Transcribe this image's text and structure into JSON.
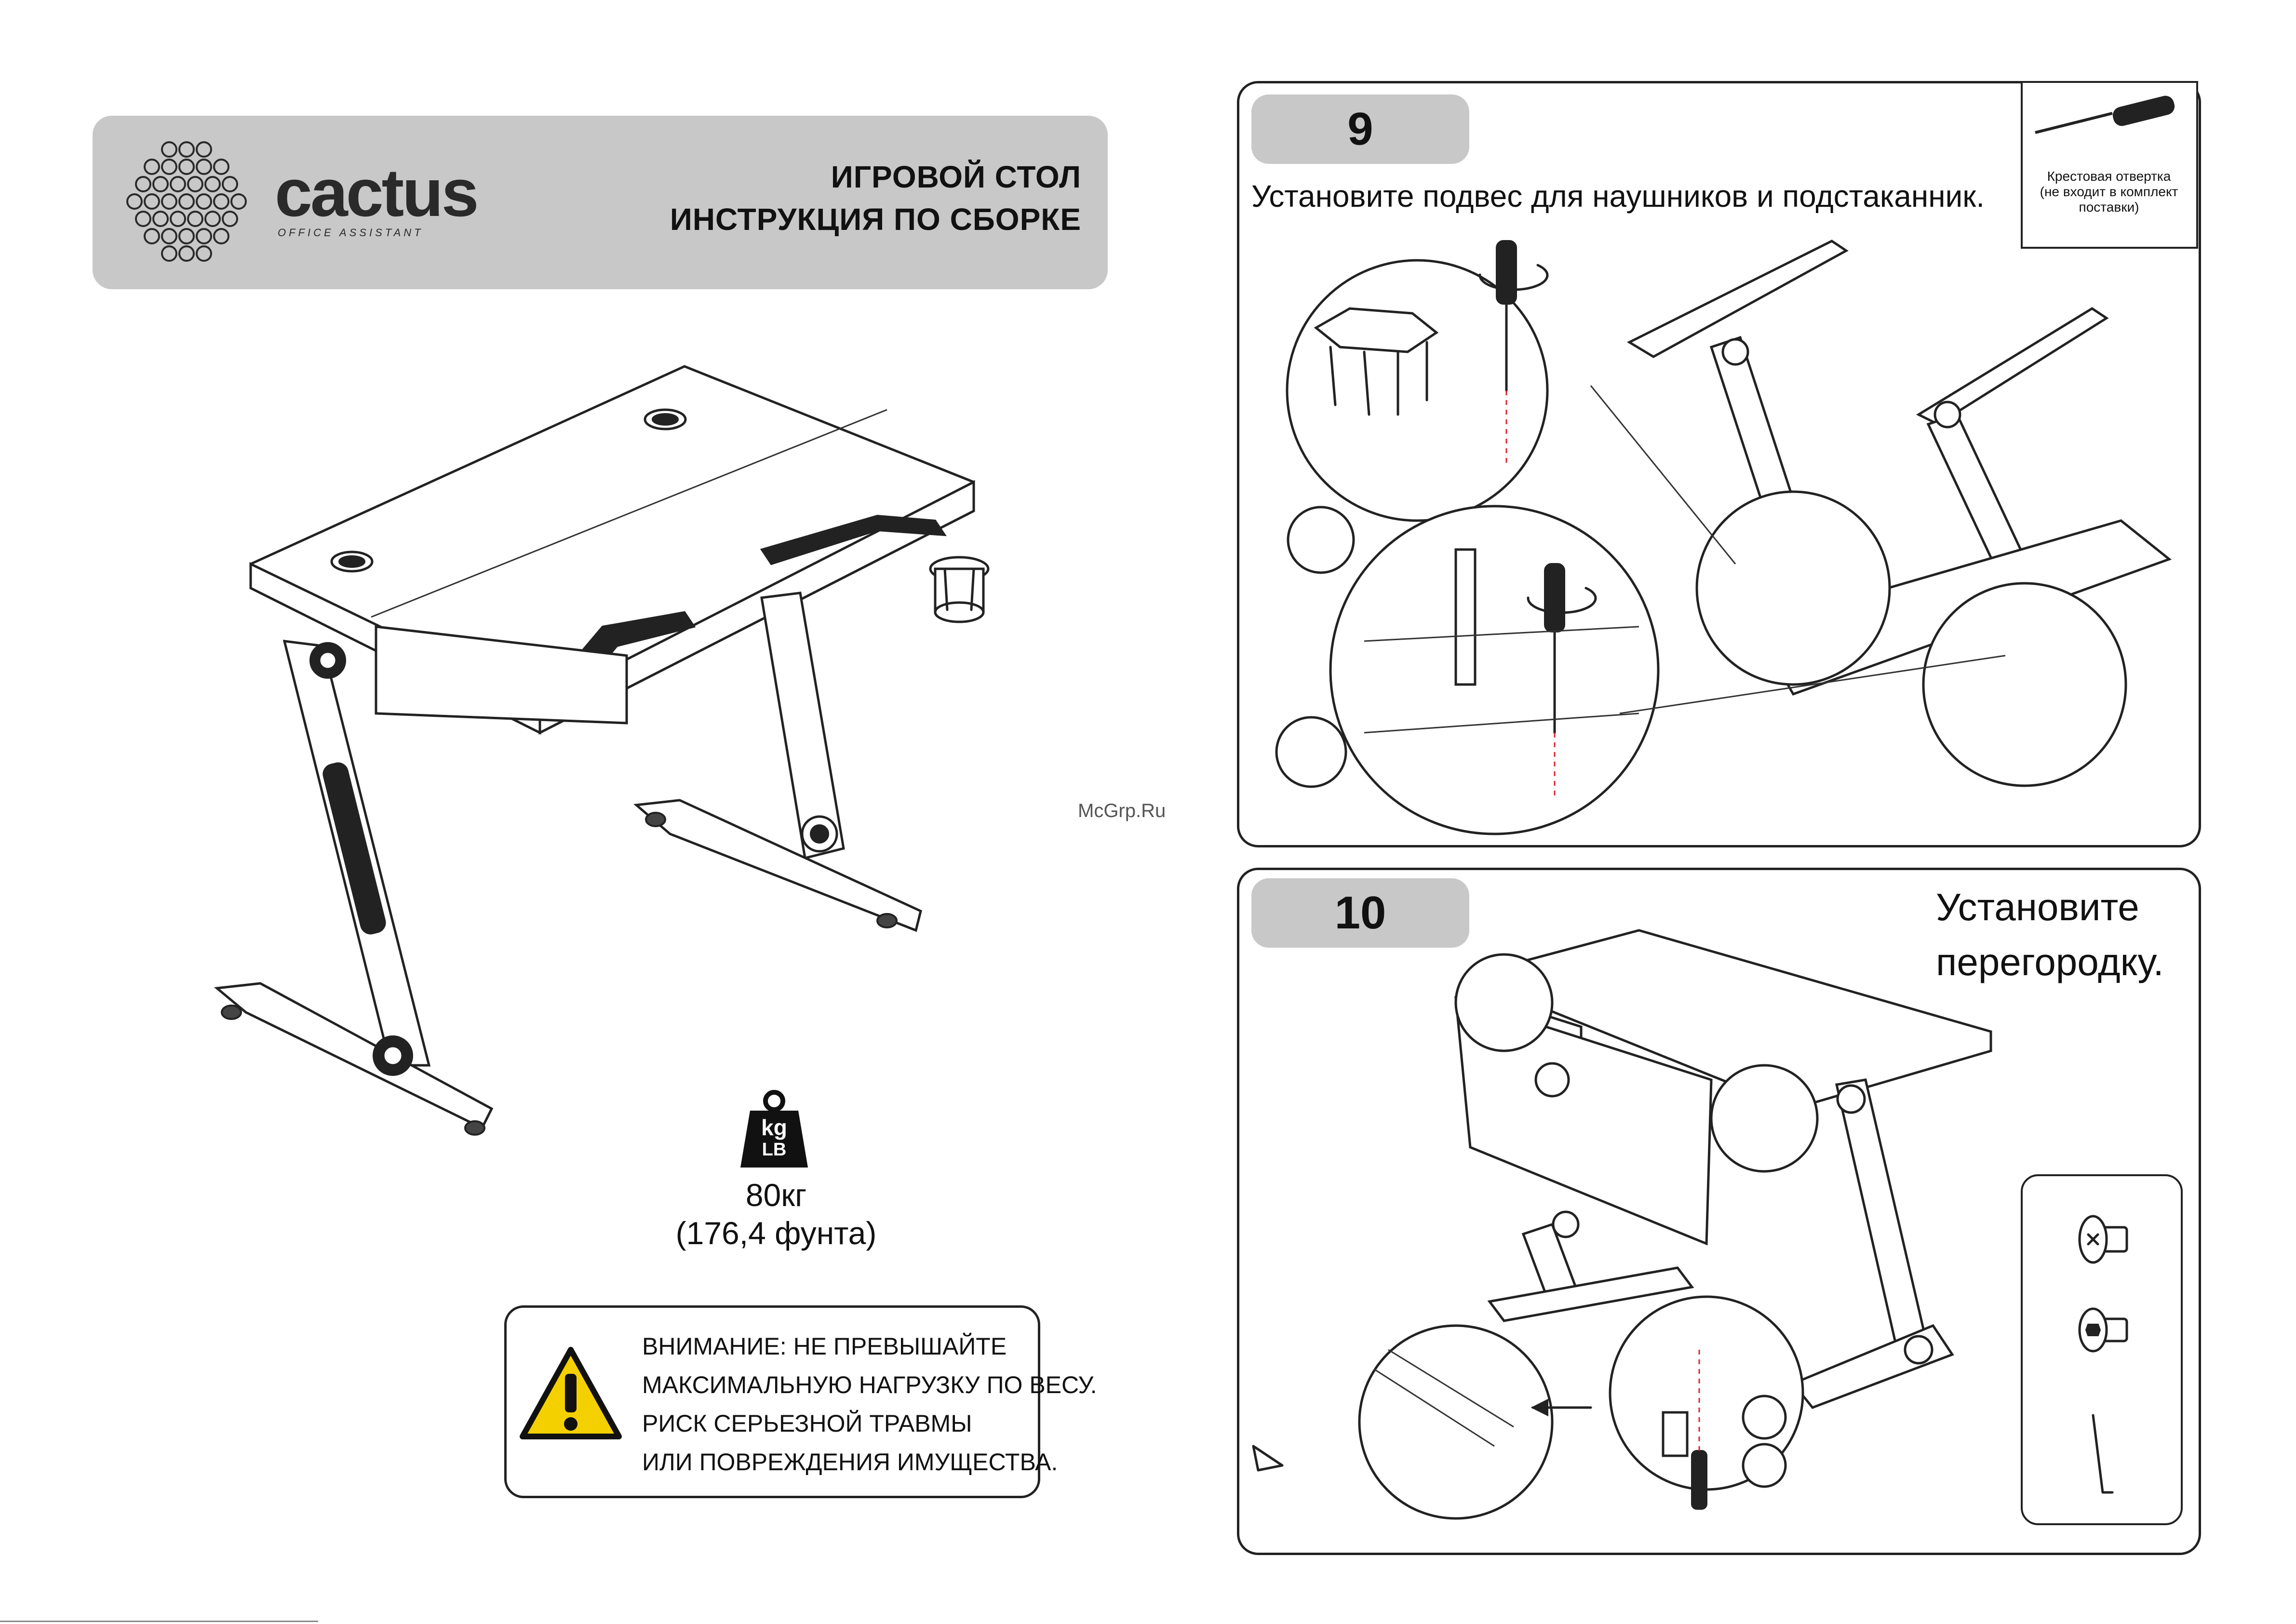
{
  "header": {
    "brand_name": "cactus",
    "brand_tagline": "OFFICE ASSISTANT",
    "title_line1": "ИГРОВОЙ СТОЛ",
    "title_line2": "ИНСТРУКЦИЯ ПО СБОРКЕ"
  },
  "weight": {
    "icon_label_top": "kg",
    "icon_label_bottom": "LB",
    "value_kg": "80кг",
    "value_lb": "(176,4 фунта)"
  },
  "warning": {
    "icon": "warning-triangle-icon",
    "lines": [
      "ВНИМАНИЕ: НЕ ПРЕВЫШАЙТЕ",
      "МАКСИМАЛЬНУЮ НАГРУЗКУ ПО ВЕСУ.",
      "РИСК СЕРЬЕЗНОЙ ТРАВМЫ",
      "ИЛИ ПОВРЕЖДЕНИЯ ИМУЩЕСТВА."
    ],
    "accent_color": "#f4d000"
  },
  "step9": {
    "number": "9",
    "instruction": "Установите подвес для наушников и подстаканник.",
    "tool": {
      "icon": "screwdriver-icon",
      "lines": [
        "Крестовая отвертка",
        "(не входит в комплект",
        "поставки)"
      ]
    }
  },
  "step10": {
    "number": "10",
    "instruction_line1": "Установите",
    "instruction_line2": "перегородку."
  },
  "watermark": "McGrp.Ru"
}
